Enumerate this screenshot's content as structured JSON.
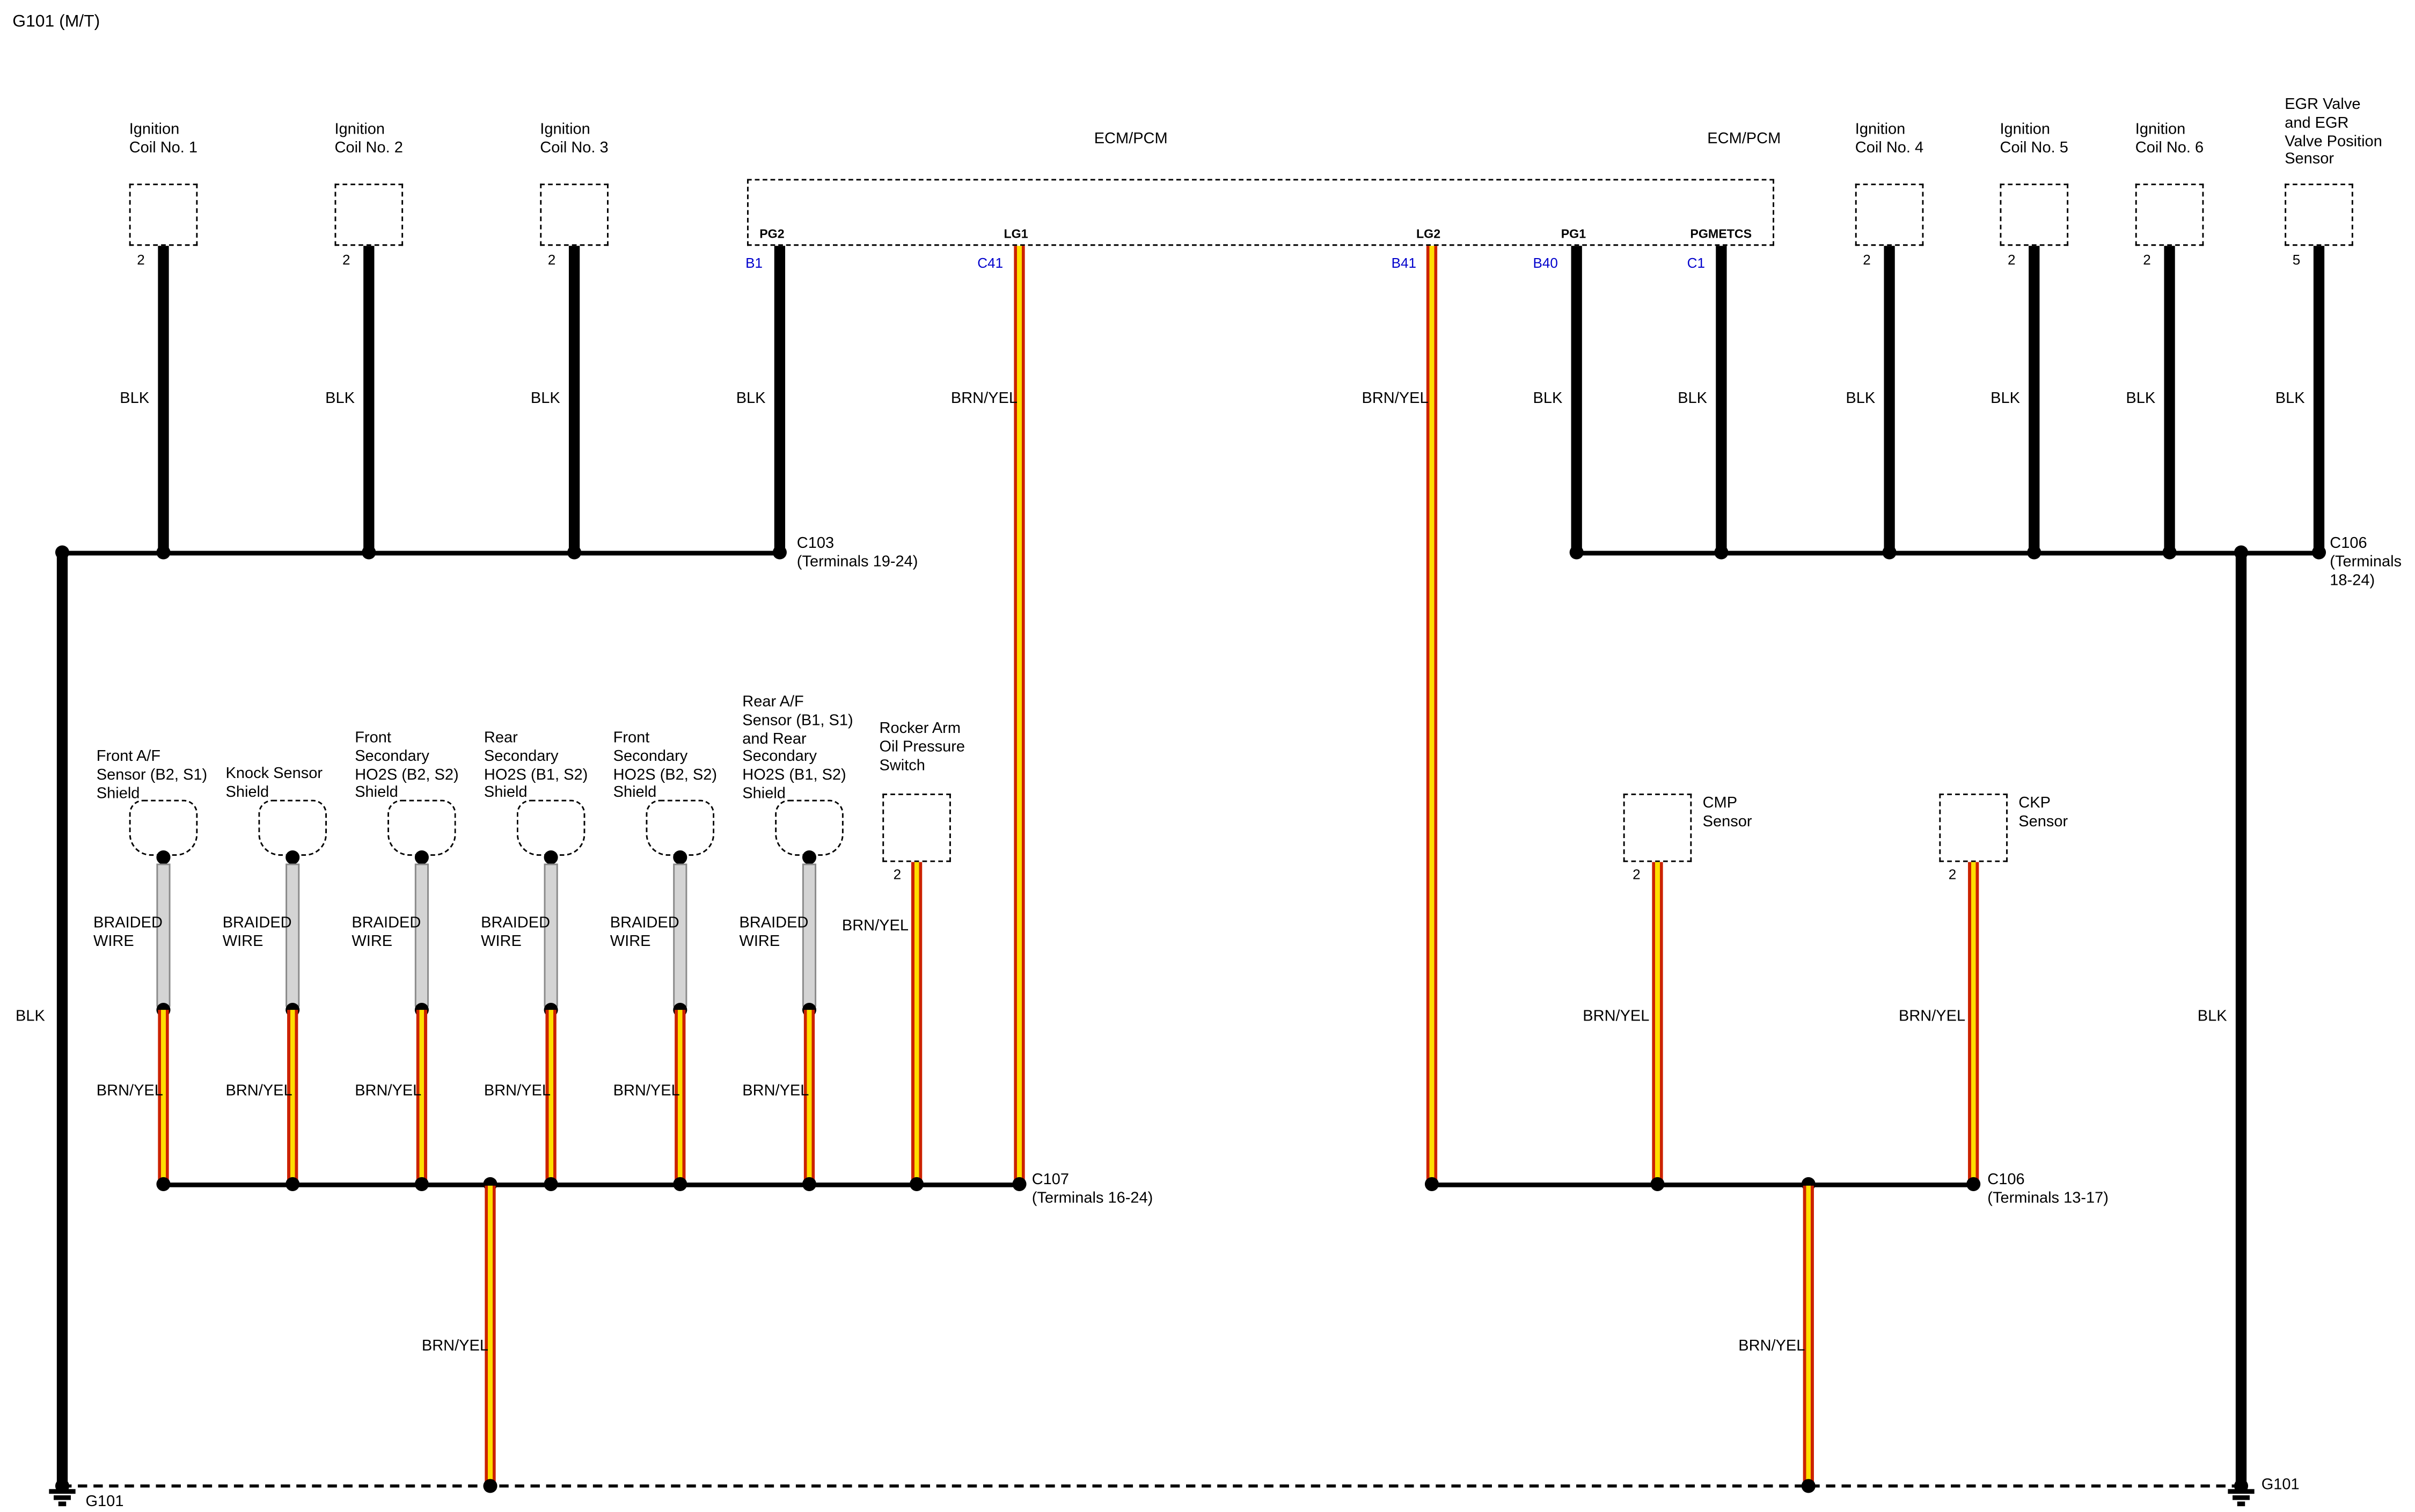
{
  "title": "G101 (M/T)",
  "wire_labels": {
    "blk": "BLK",
    "brnyel": "BRN/YEL",
    "braided": "BRAIDED\nWIRE"
  },
  "pins": {
    "two": "2",
    "five": "5"
  },
  "ecm": {
    "name": "ECM/PCM",
    "pins": [
      "PG2",
      "LG1",
      "LG2",
      "PG1",
      "PGMETCS"
    ],
    "terminals": [
      "B1",
      "C41",
      "B41",
      "B40",
      "C1"
    ]
  },
  "components": {
    "coil1": "Ignition\nCoil No. 1",
    "coil2": "Ignition\nCoil No. 2",
    "coil3": "Ignition\nCoil No. 3",
    "coil4": "Ignition\nCoil No. 4",
    "coil5": "Ignition\nCoil No. 5",
    "coil6": "Ignition\nCoil No. 6",
    "egr": "EGR Valve\nand EGR\nValve Position\nSensor",
    "rocker": "Rocker Arm\nOil Pressure\nSwitch",
    "cmp": "CMP\nSensor",
    "ckp": "CKP\nSensor"
  },
  "shields": [
    "Front A/F\nSensor (B2, S1)\nShield",
    "Knock Sensor\nShield",
    "Front\nSecondary\nHO2S (B2, S2)\nShield",
    "Rear\nSecondary\nHO2S (B1, S2)\nShield",
    "Front\nSecondary\nHO2S (B2, S2)\nShield",
    "Rear A/F\nSensor (B1, S1)\nand Rear\nSecondary\nHO2S (B1, S2)\nShield"
  ],
  "connectors": {
    "c103": "C103\n(Terminals 19-24)",
    "c106_18": "C106\n(Terminals 18-24)",
    "c107": "C107\n(Terminals 16-24)",
    "c106_13": "C106\n(Terminals 13-17)"
  },
  "ground": {
    "label": "G101"
  },
  "colors": {
    "wire_black": "#000000",
    "wire_brown": "#cc2200",
    "wire_yellow": "#ffdd00",
    "terminal_text_blue": "#0000cc",
    "braided_gray": "#d4d4d4"
  }
}
